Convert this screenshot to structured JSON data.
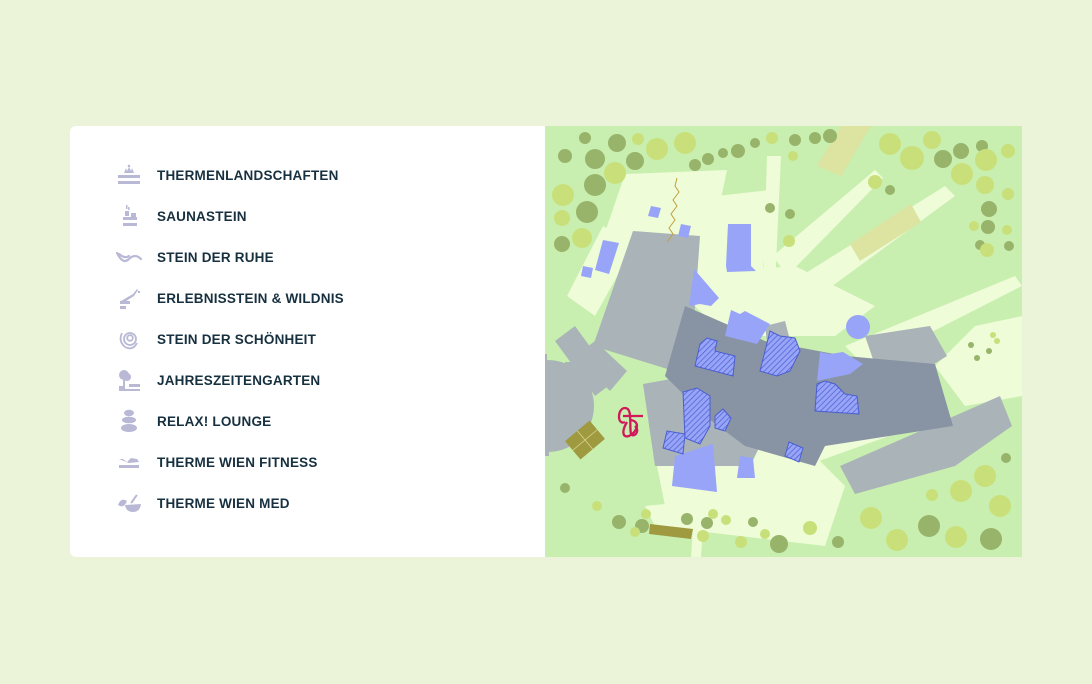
{
  "legend": {
    "items": [
      {
        "id": "thermenlandschaften",
        "label": "THERMENLANDSCHAFTEN",
        "icon": "thermal-pool-icon"
      },
      {
        "id": "saunastein",
        "label": "SAUNASTEIN",
        "icon": "sauna-icon"
      },
      {
        "id": "stein-der-ruhe",
        "label": "STEIN DER RUHE",
        "icon": "hammock-icon"
      },
      {
        "id": "erlebnisstein-wildnis",
        "label": "ERLEBNISSTEIN & WILDNIS",
        "icon": "water-slide-icon"
      },
      {
        "id": "stein-der-schoenheit",
        "label": "STEIN DER SCHÖNHEIT",
        "icon": "rose-swirl-icon"
      },
      {
        "id": "jahreszeitengarten",
        "label": "JAHRESZEITENGARTEN",
        "icon": "tree-icon"
      },
      {
        "id": "relax-lounge",
        "label": "RELAX! LOUNGE",
        "icon": "stacked-stones-icon"
      },
      {
        "id": "therme-wien-fitness",
        "label": "THERME WIEN FITNESS",
        "icon": "fitness-icon"
      },
      {
        "id": "therme-wien-med",
        "label": "THERME WIEN MED",
        "icon": "mortar-leaf-icon"
      }
    ]
  },
  "colors": {
    "page_background": "#ebf3d8",
    "card_background": "#ffffff",
    "label_text": "#17303f",
    "icon": "#b9b9d6",
    "grass": "#c8efb0",
    "path_light": "#eefcd8",
    "building_light": "#aab4b8",
    "building_dark": "#8893a3",
    "water": "#98a4f7",
    "water_hatched": "#4a5fd0",
    "tree_dark": "#98b46a",
    "tree_light": "#c9e07a",
    "field": "#dde3a0",
    "court": "#9f9a40",
    "marker": "#d0185a"
  },
  "map": {
    "marker": "location-marker-icon"
  }
}
